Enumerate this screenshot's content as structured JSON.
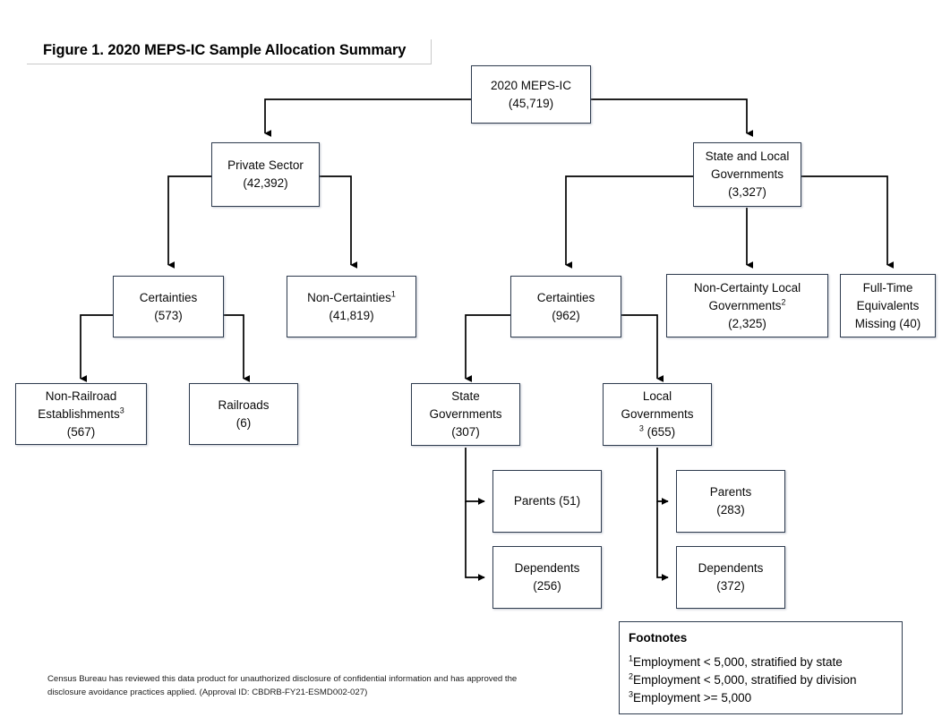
{
  "figure": {
    "title": "Figure 1. 2020 MEPS-IC Sample Allocation Summary"
  },
  "nodes": {
    "root": {
      "line1": "2020 MEPS-IC",
      "line2": "(45,719)"
    },
    "private_sector": {
      "line1": "Private Sector",
      "line2": "(42,392)"
    },
    "state_local_governments": {
      "line1": "State and Local",
      "line2": "Governments",
      "line3": "(3,327)"
    },
    "private_certainties": {
      "line1": "Certainties",
      "line2": "(573)"
    },
    "private_non_certainties": {
      "line1": "Non-Certainties",
      "sup": "1",
      "line2": "(41,819)"
    },
    "gov_certainties": {
      "line1": "Certainties",
      "line2": "(962)"
    },
    "non_certainty_local_governments": {
      "line1": "Non-Certainty Local",
      "line2": "Governments",
      "sup": "2",
      "line3": "(2,325)"
    },
    "full_time_equivalents_missing": {
      "line1": "Full-Time",
      "line2": "Equivalents",
      "line3": "Missing (40)"
    },
    "non_railroad_establishments": {
      "line1": "Non-Railroad",
      "line2": "Establishments",
      "sup": "3",
      "line3": "(567)"
    },
    "railroads": {
      "line1": "Railroads",
      "line2": "(6)"
    },
    "state_governments": {
      "line1": "State",
      "line2": "Governments",
      "line3": "(307)"
    },
    "local_governments": {
      "line1": "Local",
      "line2": "Governments",
      "sup": "3",
      "line3": "(655)"
    },
    "state_parents": {
      "line1": "Parents (51)"
    },
    "state_dependents": {
      "line1": "Dependents",
      "line2": "(256)"
    },
    "local_parents": {
      "line1": "Parents",
      "line2": "(283)"
    },
    "local_dependents": {
      "line1": "Dependents",
      "line2": "(372)"
    }
  },
  "footnotes": {
    "title": "Footnotes",
    "items": [
      {
        "marker": "1",
        "text": "Employment < 5,000, stratified by state"
      },
      {
        "marker": "2",
        "text": "Employment < 5,000, stratified by division"
      },
      {
        "marker": "3",
        "text": "Employment >= 5,000"
      }
    ]
  },
  "disclaimer": {
    "text": "Census Bureau has reviewed this data product for unauthorized disclosure of confidential information and has approved the disclosure avoidance practices applied.  (Approval ID:  CBDRB-FY21-ESMD002-027)"
  },
  "chart_data": {
    "type": "diagram",
    "title": "Figure 1. 2020 MEPS-IC Sample Allocation Summary",
    "root": "2020 MEPS-IC",
    "nodes": [
      {
        "id": "root",
        "label": "2020 MEPS-IC",
        "value": 45719,
        "parent": null
      },
      {
        "id": "private_sector",
        "label": "Private Sector",
        "value": 42392,
        "parent": "root"
      },
      {
        "id": "state_local_governments",
        "label": "State and Local Governments",
        "value": 3327,
        "parent": "root"
      },
      {
        "id": "private_certainties",
        "label": "Certainties",
        "value": 573,
        "parent": "private_sector"
      },
      {
        "id": "private_non_certainties",
        "label": "Non-Certainties",
        "value": 41819,
        "parent": "private_sector",
        "footnote": 1
      },
      {
        "id": "non_railroad_establishments",
        "label": "Non-Railroad Establishments",
        "value": 567,
        "parent": "private_certainties",
        "footnote": 3
      },
      {
        "id": "railroads",
        "label": "Railroads",
        "value": 6,
        "parent": "private_certainties"
      },
      {
        "id": "gov_certainties",
        "label": "Certainties",
        "value": 962,
        "parent": "state_local_governments"
      },
      {
        "id": "non_certainty_local_governments",
        "label": "Non-Certainty Local Governments",
        "value": 2325,
        "parent": "state_local_governments",
        "footnote": 2
      },
      {
        "id": "full_time_equivalents_missing",
        "label": "Full-Time Equivalents Missing",
        "value": 40,
        "parent": "state_local_governments"
      },
      {
        "id": "state_governments",
        "label": "State Governments",
        "value": 307,
        "parent": "gov_certainties"
      },
      {
        "id": "local_governments",
        "label": "Local Governments",
        "value": 655,
        "parent": "gov_certainties",
        "footnote": 3
      },
      {
        "id": "state_parents",
        "label": "Parents",
        "value": 51,
        "parent": "state_governments"
      },
      {
        "id": "state_dependents",
        "label": "Dependents",
        "value": 256,
        "parent": "state_governments"
      },
      {
        "id": "local_parents",
        "label": "Parents",
        "value": 283,
        "parent": "local_governments"
      },
      {
        "id": "local_dependents",
        "label": "Dependents",
        "value": 372,
        "parent": "local_governments"
      }
    ]
  }
}
